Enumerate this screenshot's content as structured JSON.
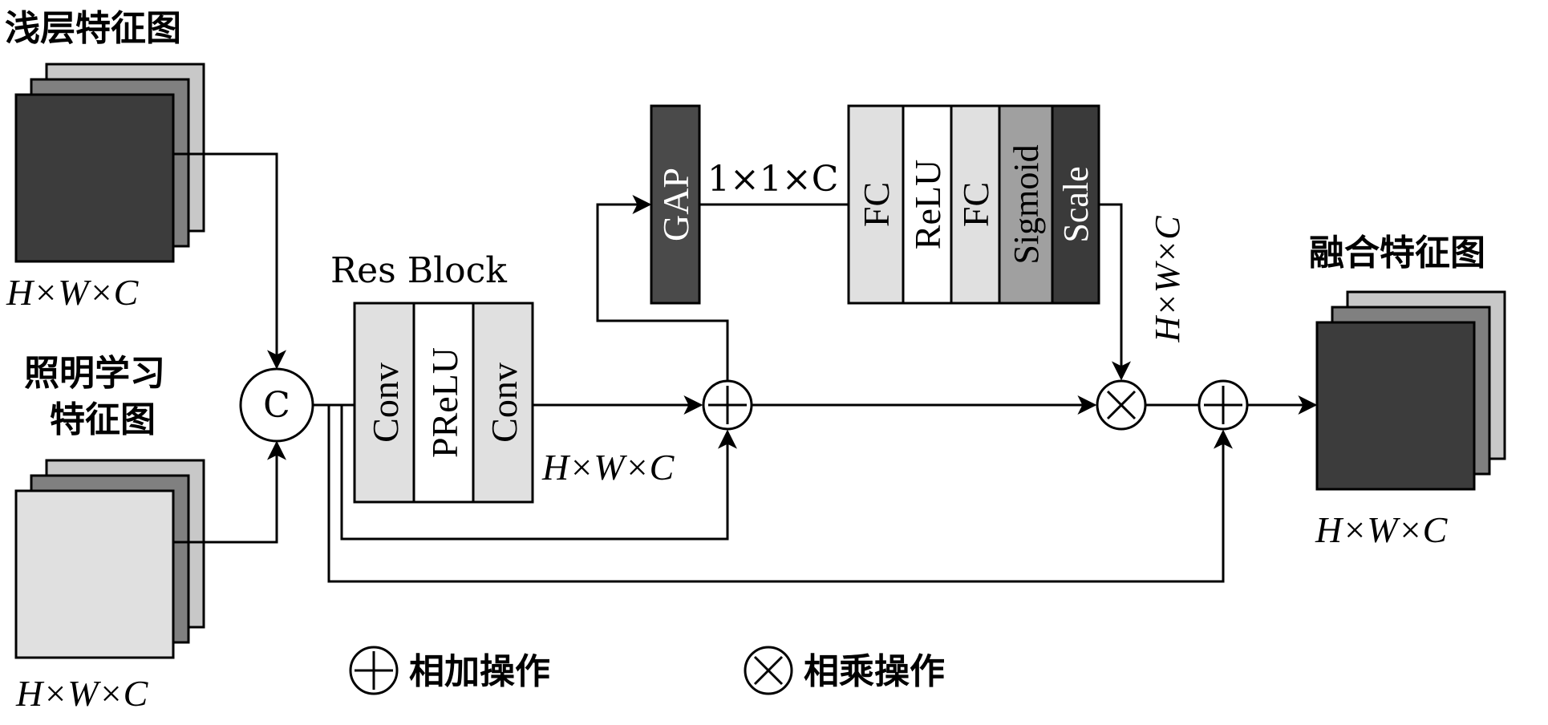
{
  "inputs": {
    "shallow": {
      "title": "浅层特征图",
      "dims": "H×W×C"
    },
    "illum": {
      "title_line1": "照明学习",
      "title_line2": "特征图",
      "dims": "H×W×C"
    }
  },
  "concat": {
    "symbol": "C"
  },
  "res_block": {
    "title": "Res Block",
    "layers": [
      "Conv",
      "PReLU",
      "Conv"
    ],
    "out_dims": "H×W×C"
  },
  "attention": {
    "gap": "GAP",
    "gap_out": "1×1×C",
    "layers": [
      "FC",
      "ReLU",
      "FC",
      "Sigmoid",
      "Scale"
    ],
    "out_dims": "H×W×C"
  },
  "output": {
    "title": "融合特征图",
    "dims": "H×W×C"
  },
  "legend": {
    "add_label": "相加操作",
    "mul_label": "相乘操作"
  },
  "colors": {
    "dark_fill": "#3c3c3c",
    "mid_fill": "#808080",
    "light_fill": "#c8c8c8",
    "pale_fill": "#e0e0e0",
    "gap_fill": "#4a4a4a",
    "sigmoid_fill": "#a0a0a0",
    "scale_fill": "#3a3a3a"
  }
}
